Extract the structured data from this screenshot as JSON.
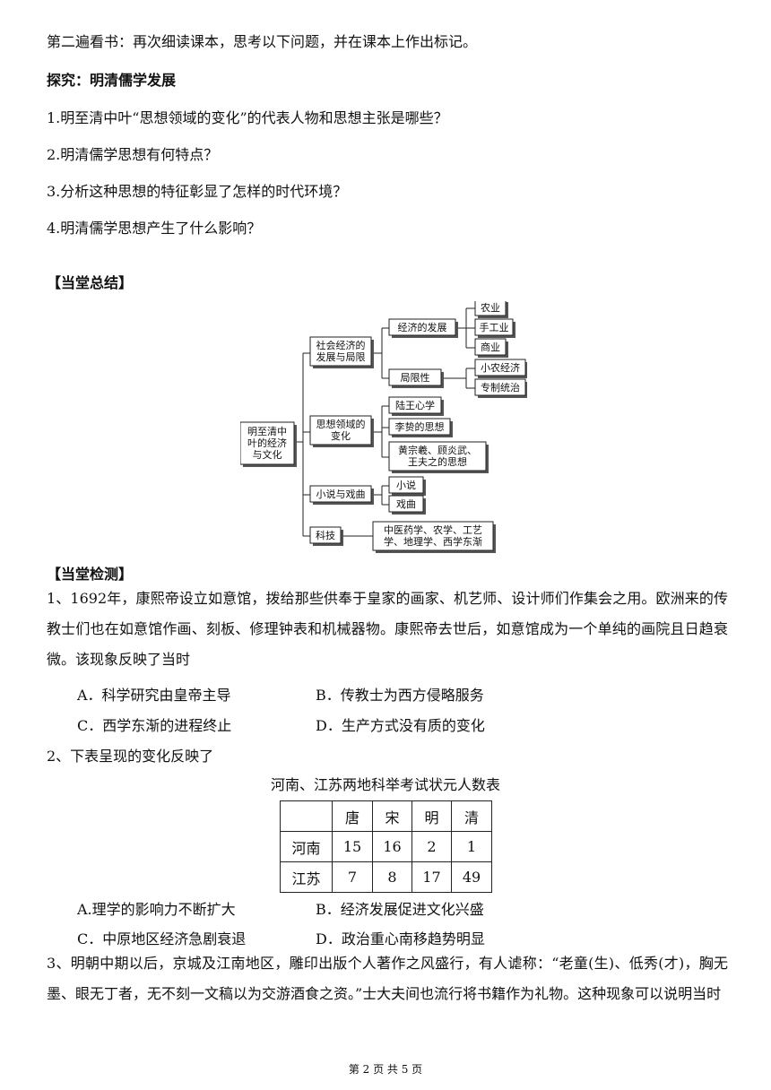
{
  "intro": "第二遍看书：再次细读课本，思考以下问题，并在课本上作出标记。",
  "explore": {
    "title": "探究：明清儒学发展",
    "questions": [
      "1.明至清中叶“思想领域的变化”的代表人物和思想主张是哪些？",
      "2.明清儒学思想有何特点？",
      "3.分析这种思想的特征彰显了怎样的时代环境？",
      "4.明清儒学思想产生了什么影响？"
    ]
  },
  "summary": {
    "heading": "【当堂总结】",
    "root": [
      "明至清中",
      "叶的经济",
      "与文化"
    ],
    "branches": [
      {
        "label": [
          "社会经济的",
          "发展与局限"
        ]
      },
      {
        "label": [
          "思想领域的",
          "变化"
        ]
      },
      {
        "label": [
          "小说与戏曲"
        ]
      },
      {
        "label": [
          "科技"
        ]
      }
    ],
    "econ_sub": [
      "经济的发展",
      "局限性"
    ],
    "econ_dev_items": [
      "农业",
      "手工业",
      "商业"
    ],
    "limit_items": [
      "小农经济",
      "专制统治"
    ],
    "thought_items": [
      [
        "陆王心学"
      ],
      [
        "李贽的思想"
      ],
      [
        "黄宗羲、顾炎武、",
        "王夫之的思想"
      ]
    ],
    "novel_items": [
      "小说",
      "戏曲"
    ],
    "tech_item": [
      "中医药学、农学、工艺",
      "学、地理学、西学东渐"
    ]
  },
  "check": {
    "heading": "【当堂检测】",
    "q1": {
      "stem": "1、1692年，康熙帝设立如意馆，拨给那些供奉于皇家的画家、机艺师、设计师们作集会之用。欧洲来的传教士们也在如意馆作画、刻板、修理钟表和机械器物。康熙帝去世后，如意馆成为一个单纯的画院且日趋衰微。该现象反映了当时",
      "options": [
        "A．科学研究由皇帝主导",
        "B．传教士为西方侵略服务",
        "C．西学东渐的进程终止",
        "D．生产方式没有质的变化"
      ]
    },
    "q2": {
      "stem": "2、下表呈现的变化反映了",
      "table_title": "河南、江苏两地科举考试状元人数表",
      "columns": [
        "",
        "唐",
        "宋",
        "明",
        "清"
      ],
      "rows": [
        [
          "河南",
          "15",
          "16",
          "2",
          "1"
        ],
        [
          "江苏",
          "7",
          "8",
          "17",
          "49"
        ]
      ],
      "options": [
        "A.理学的影响力不断扩大",
        "B．经济发展促进文化兴盛",
        "C．中原地区经济急剧衰退",
        "D．政治重心南移趋势明显"
      ]
    },
    "q3": {
      "stem": "3、明朝中期以后，京城及江南地区，雕印出版个人著作之风盛行，有人谑称：“老童(生)、低秀(才)，胸无墨、眼无丁者，无不刻一文稿以为交游酒食之资。”士大夫间也流行将书籍作为礼物。这种现象可以说明当时"
    }
  },
  "footer": "第 2 页 共 5 页"
}
